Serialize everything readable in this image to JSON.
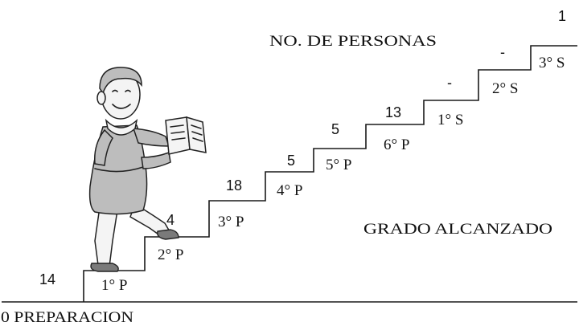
{
  "top_label": "NO. DE PERSONAS",
  "axis_label": "GRADO ALCANZADO",
  "base_label": "0 PREPARACION",
  "steps": [
    {
      "grade": "1° P",
      "count": "14"
    },
    {
      "grade": "2° P",
      "count": "4"
    },
    {
      "grade": "3° P",
      "count": "18"
    },
    {
      "grade": "4° P",
      "count": "5"
    },
    {
      "grade": "5° P",
      "count": "5"
    },
    {
      "grade": "6° P",
      "count": "13"
    },
    {
      "grade": "1° S",
      "count": "-"
    },
    {
      "grade": "2° S",
      "count": "-"
    },
    {
      "grade": "3° S",
      "count": "1"
    }
  ]
}
